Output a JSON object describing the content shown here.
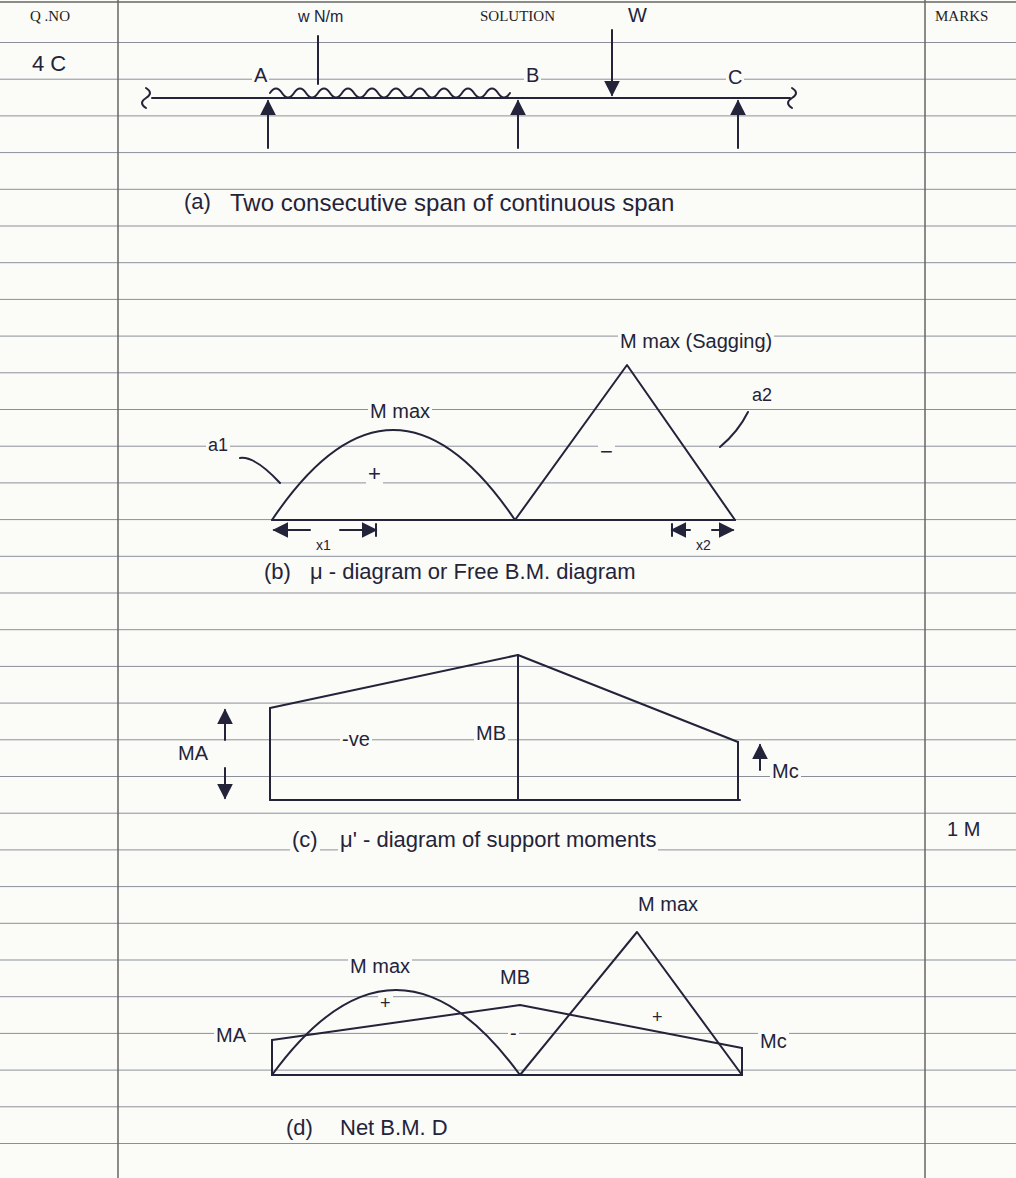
{
  "diagram": {
    "labels": [
      "Q .NO",
      "SOLUTION",
      "MARKS",
      "4 C",
      "w N/m",
      "W",
      "A",
      "B",
      "C",
      "(a)",
      "Two consecutive span of continuous span",
      "M max (Sagging)",
      "M max",
      "a1",
      "a2",
      "+",
      "−",
      "x1",
      "x2",
      "(b)",
      "μ - diagram or Free B.M. diagram",
      "MA",
      "-ve",
      "MB",
      "Mc",
      "(c)",
      "μ' - diagram of support moments",
      "1 M",
      "M max",
      "M max",
      "MB",
      "+",
      "+",
      "-",
      "MA",
      "Mc",
      "(d)",
      "Net B.M. D"
    ]
  }
}
